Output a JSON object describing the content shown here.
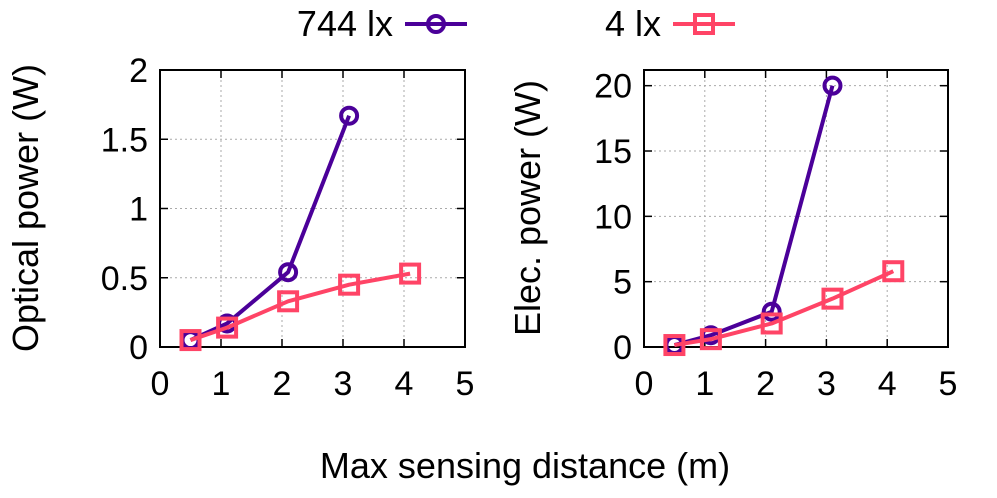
{
  "chart_data": [
    {
      "type": "line",
      "xlabel": "Max sensing distance (m)",
      "ylabel": "Optical power (W)",
      "xlim": [
        0,
        5
      ],
      "ylim": [
        0,
        2
      ],
      "xticks": [
        "0",
        "1",
        "2",
        "3",
        "4",
        "5"
      ],
      "yticks": [
        "0",
        "0.5",
        "1",
        "1.5",
        "2"
      ],
      "ytick_values": [
        0,
        0.5,
        1,
        1.5,
        2
      ],
      "grid": true,
      "series": [
        {
          "name": "744 lx",
          "color": "#4b0099",
          "marker": "circle",
          "x": [
            0.5,
            1.1,
            2.1,
            3.1
          ],
          "y": [
            0.05,
            0.17,
            0.54,
            1.67
          ]
        },
        {
          "name": "4 lx",
          "color": "#ff4466",
          "marker": "square",
          "x": [
            0.5,
            1.1,
            2.1,
            3.1,
            4.1
          ],
          "y": [
            0.05,
            0.14,
            0.33,
            0.45,
            0.53
          ]
        }
      ]
    },
    {
      "type": "line",
      "xlabel": "Max sensing distance (m)",
      "ylabel": "Elec. power (W)",
      "xlim": [
        0,
        5
      ],
      "ylim": [
        0,
        21.2
      ],
      "xticks": [
        "0",
        "1",
        "2",
        "3",
        "4",
        "5"
      ],
      "yticks": [
        "0",
        "5",
        "10",
        "15",
        "20"
      ],
      "ytick_values": [
        0,
        5,
        10,
        15,
        20
      ],
      "grid": true,
      "series": [
        {
          "name": "744 lx",
          "color": "#4b0099",
          "marker": "circle",
          "x": [
            0.5,
            1.1,
            2.1,
            3.1
          ],
          "y": [
            0.15,
            0.9,
            2.7,
            20
          ]
        },
        {
          "name": "4 lx",
          "color": "#ff4466",
          "marker": "square",
          "x": [
            0.5,
            1.1,
            2.1,
            3.1,
            4.1
          ],
          "y": [
            0.15,
            0.6,
            1.8,
            3.7,
            5.8
          ]
        }
      ]
    }
  ],
  "legend": {
    "placement": "top",
    "entries": [
      "744 lx",
      "4 lx"
    ]
  },
  "shared_xlabel": "Max sensing distance (m)"
}
